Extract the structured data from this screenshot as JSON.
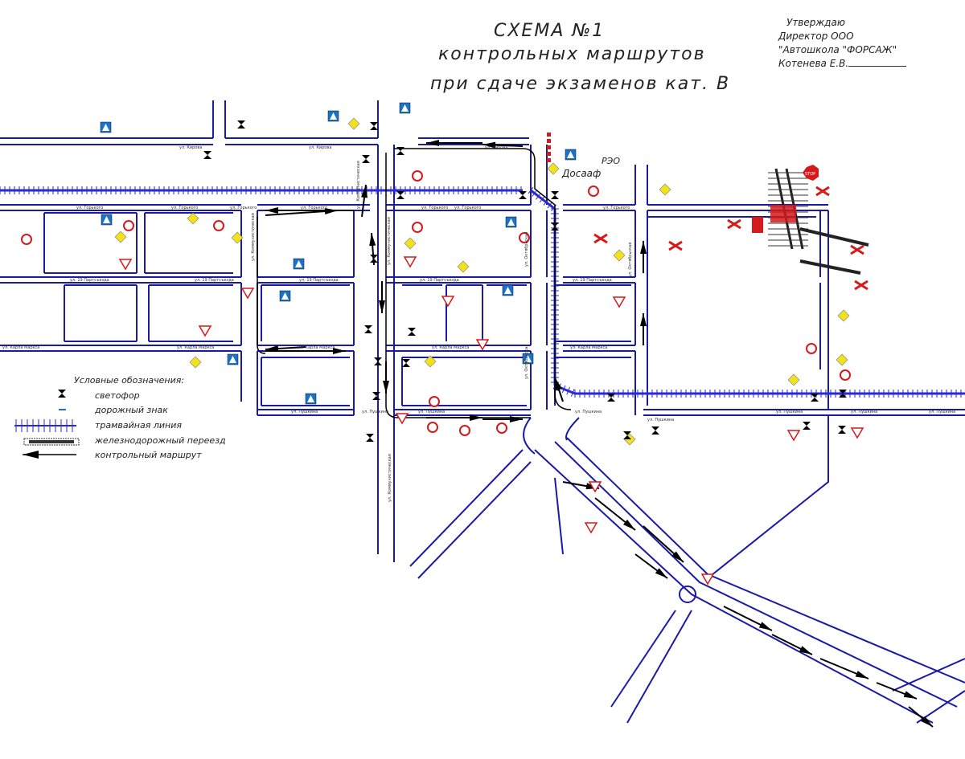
{
  "header": {
    "title_line1": "СХЕМА №1",
    "title_line2": "контрольных маршрутов",
    "title_line3": "при сдаче экзаменов кат. В"
  },
  "approval": {
    "line1": "Утверждаю",
    "line2": "Директор ООО",
    "line3": "\"Автошкола \"ФОРСАЖ\"",
    "line4": "Котенева Е.В."
  },
  "legend": {
    "heading": "Условные обозначения:",
    "traffic_light": "светофор",
    "road_sign": "дорожный знак",
    "tram_line": "трамвайная линия",
    "rail_crossing": "железнодорожный переезд",
    "control_route": "контрольный маршрут"
  },
  "places": {
    "dosaaf": "Досааф",
    "rzo": "РЭО"
  },
  "signs": {
    "stop_text": "STOP"
  },
  "streets": {
    "kirova": "ул. Кирова",
    "gorkogo": "ул. Горького",
    "partsezda": "ул. 19 Партсъезда",
    "karla_marksa": "ул. Карла Маркса",
    "pushkina": "ул. Пушкина",
    "kommunisticheskaya": "ул. Коммунистическая",
    "oktyabrskaya": "ул. Октябрьская"
  },
  "colors": {
    "road": "#1a1aa8",
    "tram": "#2a2ad0",
    "route": "#000000",
    "sign_blue": "#1a73c8",
    "sign_red": "#d41a1a",
    "sign_yellow": "#f2e21a",
    "text": "#222222"
  }
}
